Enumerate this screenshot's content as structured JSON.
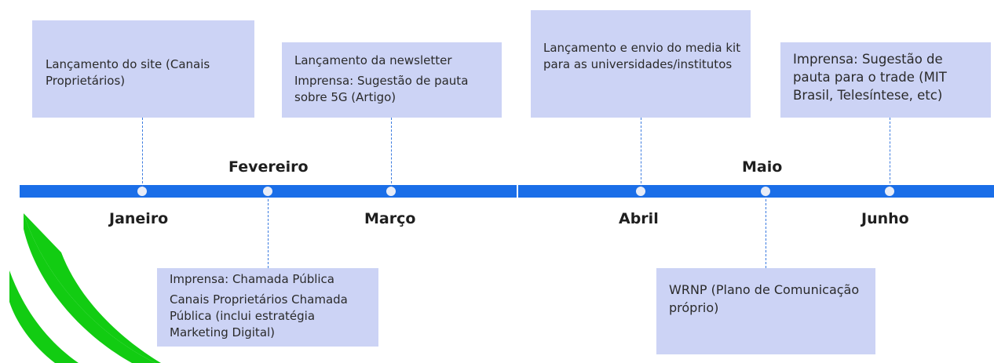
{
  "brand": {
    "accent_color": "#1a6ee8",
    "card_color": "#ccd3f5",
    "shape_color": "#12cc12"
  },
  "months": {
    "janeiro": "Janeiro",
    "fevereiro": "Fevereiro",
    "marco": "Março",
    "abril": "Abril",
    "maio": "Maio",
    "junho": "Junho"
  },
  "cards": {
    "janeiro": [
      "Lançamento do site (Canais Proprietários)"
    ],
    "marco": [
      "Lançamento da newsletter",
      "Imprensa: Sugestão de pauta sobre 5G (Artigo)"
    ],
    "fevereiro": [
      "Imprensa: Chamada Pública",
      "Canais Proprietários Chamada Pública (inclui estratégia Marketing Digital)"
    ],
    "abril": [
      "Lançamento e envio do media kit para as universidades/institutos"
    ],
    "maio": [
      "WRNP (Plano de Comunicação próprio)"
    ],
    "junho": [
      "Imprensa: Sugestão de pauta para o trade (MIT Brasil, Telesíntese, etc)"
    ]
  }
}
